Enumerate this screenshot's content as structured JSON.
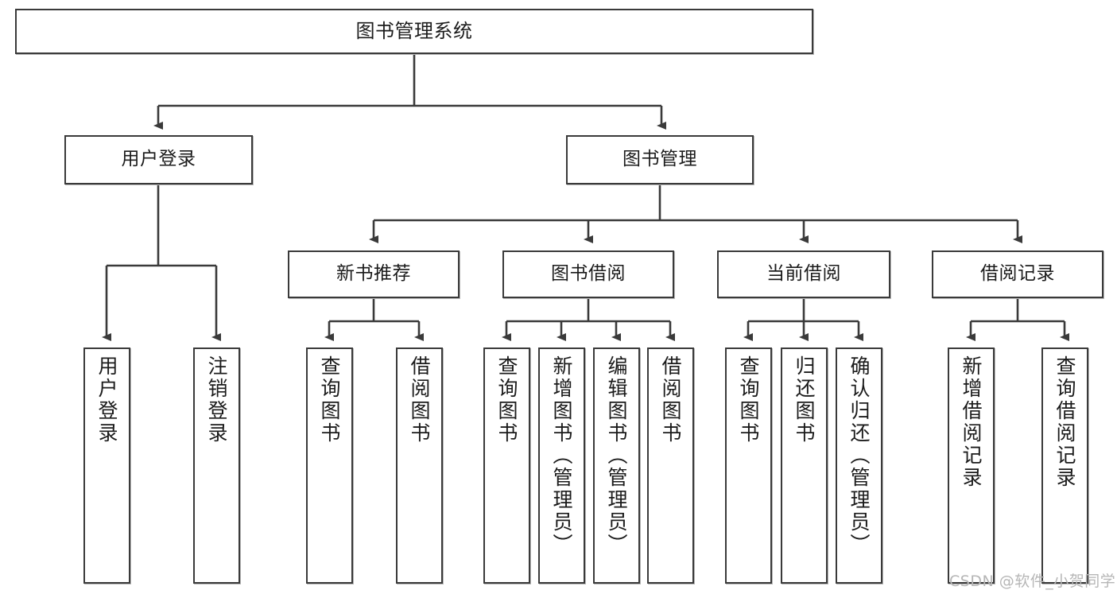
{
  "diagram": {
    "title": "图书管理系统",
    "type": "tree-hierarchy-chart",
    "root": {
      "label": "图书管理系统"
    },
    "level2": [
      {
        "label": "用户登录"
      },
      {
        "label": "图书管理"
      }
    ],
    "level3": [
      {
        "label": "新书推荐"
      },
      {
        "label": "图书借阅"
      },
      {
        "label": "当前借阅"
      },
      {
        "label": "借阅记录"
      }
    ],
    "leaves": {
      "user_login": [
        {
          "label": "用户登录"
        },
        {
          "label": "注销登录"
        }
      ],
      "new_book": [
        {
          "label": "查询图书"
        },
        {
          "label": "借阅图书"
        }
      ],
      "book_borrow": [
        {
          "label": "查询图书"
        },
        {
          "label": "新增图书（管理员）"
        },
        {
          "label": "编辑图书（管理员）"
        },
        {
          "label": "借阅图书"
        }
      ],
      "current_borrow": [
        {
          "label": "查询图书"
        },
        {
          "label": "归还图书"
        },
        {
          "label": "确认归还（管理员）"
        }
      ],
      "borrow_record": [
        {
          "label": "新增借阅记录"
        },
        {
          "label": "查询借阅记录"
        }
      ]
    }
  },
  "watermark": {
    "text": "CSDN @软件_小贺同学"
  },
  "colors": {
    "border": "#3a3a3a",
    "text": "#1b1b1b",
    "background": "#ffffff",
    "watermark": "#b6b6b6"
  }
}
